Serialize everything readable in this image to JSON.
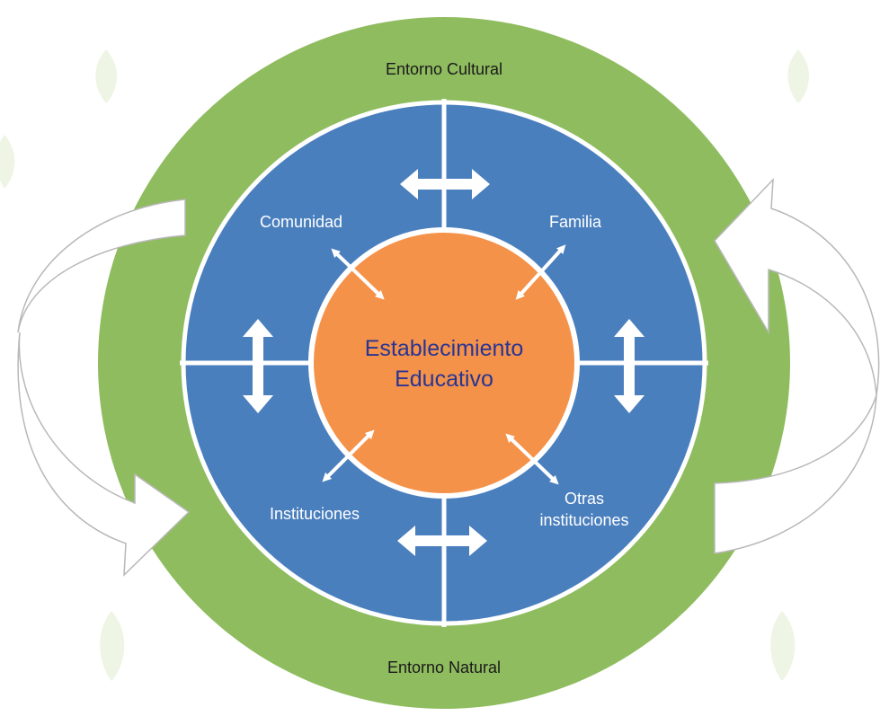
{
  "diagram": {
    "outer_ring": {
      "top_label": "Entorno Cultural",
      "bottom_label": "Entorno Natural"
    },
    "quadrants": {
      "top_left": "Comunidad",
      "top_right": "Familia",
      "bottom_left": "Instituciones",
      "bottom_right_line1": "Otras",
      "bottom_right_line2": "instituciones"
    },
    "center": {
      "line1": "Establecimiento",
      "line2": "Educativo"
    }
  },
  "colors": {
    "outer_ring": "#8fbc5f",
    "quadrants": "#4a7fbe",
    "center": "#f5924a",
    "center_text": "#283593",
    "leaf": "#eef5e4",
    "arrows": "#ffffff"
  }
}
